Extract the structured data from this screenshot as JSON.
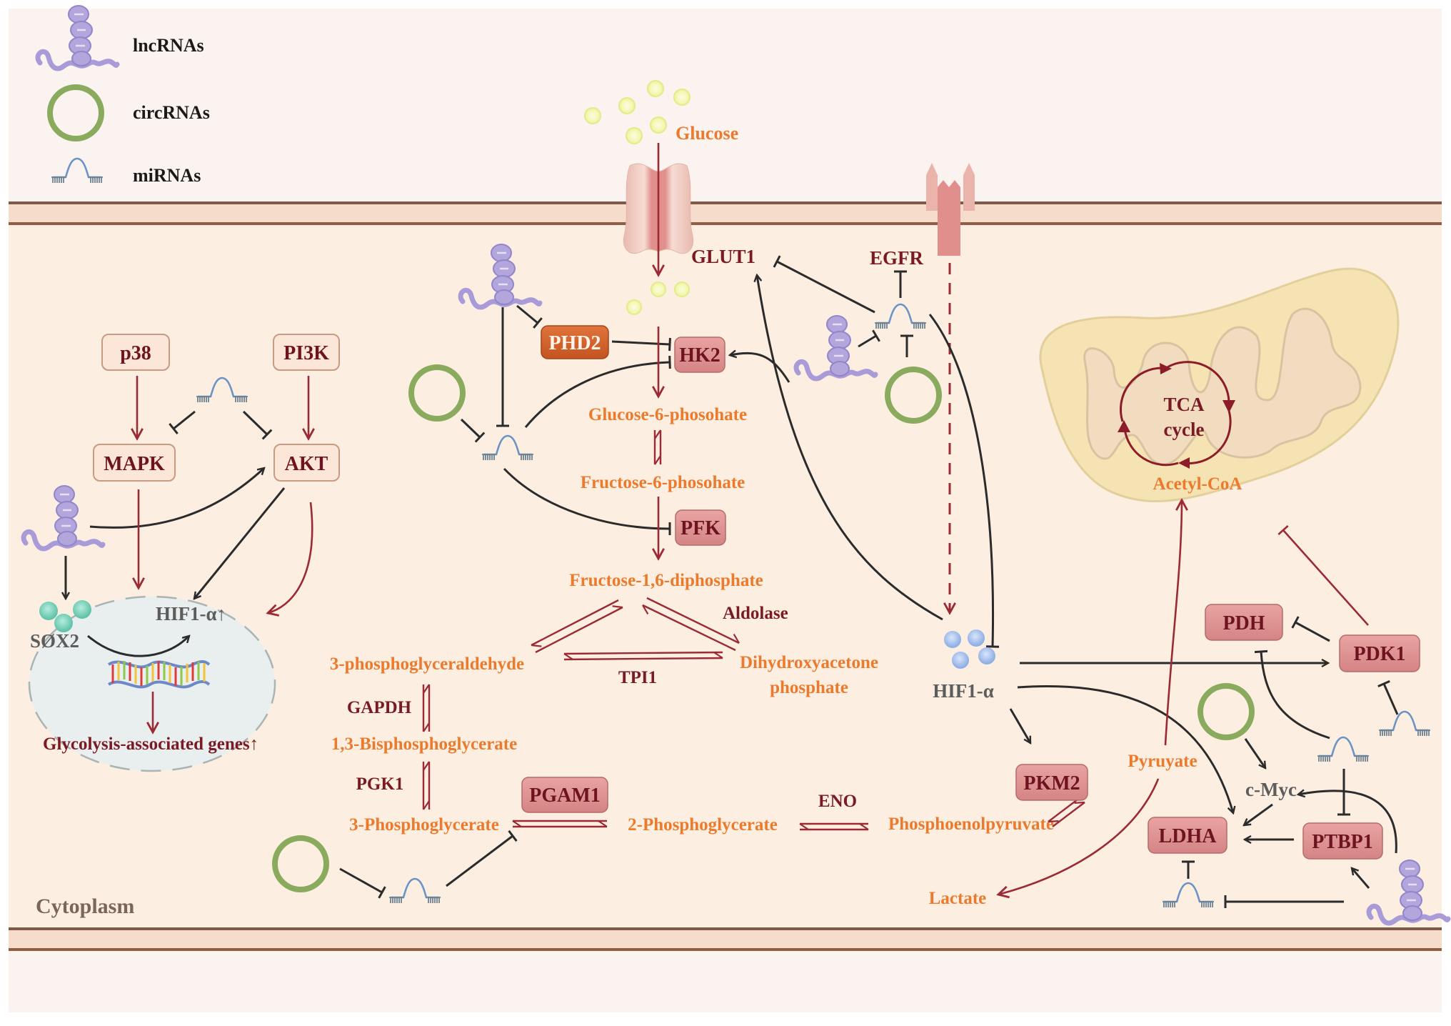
{
  "legend": {
    "items": [
      {
        "icon": "lncrna-icon",
        "label": "lncRNAs"
      },
      {
        "icon": "circrna-icon",
        "label": "circRNAs"
      },
      {
        "icon": "mirna-icon",
        "label": "miRNAs"
      }
    ]
  },
  "compartments": {
    "cytoplasm_label": "Cytoplasm"
  },
  "colors": {
    "extracellular_bg": "#fbf3ef",
    "cytoplasm_bg": "#fcefe2",
    "membrane_line": "#8a5f48",
    "membrane_fill": "#f5dccb",
    "enzyme_box": "#d98a8a",
    "enzyme_text": "#6e1420",
    "metabolite_text": "#ec7a2c",
    "signal_box": "#fbe6d8",
    "phd2_box": "#d1602a",
    "pathway_arrow": "#9b2a35",
    "regulator_arrow": "#2b2b2b",
    "lncrna": "#a79ad6",
    "circrna": "#88a95a",
    "mirna": "#5b86b8",
    "glucose": "#eef3a0",
    "hif": "#a9c1ec",
    "sox2": "#7fd1bd",
    "mitochondrion": "#f6e3b4"
  },
  "signaling": {
    "p38": "p38",
    "pi3k": "PI3K",
    "mapk": "MAPK",
    "akt": "AKT",
    "sox2": "SØX2",
    "hif_nuclear": "HIF1-α↑",
    "target_genes": "Glycolysis-associated genes↑"
  },
  "membrane_proteins": {
    "glucose": "Glucose",
    "glut1": "GLUT1",
    "egfr": "EGFR"
  },
  "enzymes": {
    "phd2": "PHD2",
    "hk2": "HK2",
    "pfk": "PFK",
    "aldolase": "Aldolase",
    "tpi1": "TPI1",
    "gapdh": "GAPDH",
    "pgk1": "PGK1",
    "pgam1": "PGAM1",
    "eno": "ENO",
    "pkm2": "PKM2",
    "pdh": "PDH",
    "pdk1": "PDK1",
    "ldha": "LDHA",
    "ptbp1": "PTBP1"
  },
  "metabolites": {
    "g6p": "Glucose-6-phosohate",
    "f6p": "Fructose-6-phosohate",
    "f16bp": "Fructose-1,6-diphosphate",
    "g3p": "3-phosphoglyceraldehyde",
    "dhap_line1": "Dihydroxyacetone",
    "dhap_line2": "phosphate",
    "bpg13": "1,3-Bisphosphoglycerate",
    "pg3": "3-Phosphoglycerate",
    "pg2": "2-Phosphoglycerate",
    "pep": "Phosphoenolpyruvate",
    "pyruvate": "Pyruyate",
    "lactate": "Lactate",
    "acetyl_coa": "Acetyl-CoA"
  },
  "mitochondrion": {
    "tca_line1": "TCA",
    "tca_line2": "cycle"
  },
  "regulators": {
    "hif1a": "HIF1-α",
    "cmyc": "c-Myc"
  }
}
